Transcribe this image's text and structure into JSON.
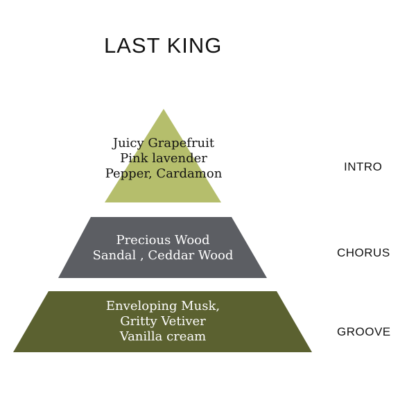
{
  "title": "LAST KING",
  "tiers": [
    {
      "label": "INTRO",
      "notes": [
        "Juicy Grapefruit",
        "Pink lavender",
        "Pepper, Cardamon"
      ],
      "color": "#b5be6c",
      "text_color": "#111111"
    },
    {
      "label": "CHORUS",
      "notes": [
        "Precious Wood",
        "Sandal , Ceddar Wood"
      ],
      "color": "#5c5e63",
      "text_color": "#ffffff"
    },
    {
      "label": "GROOVE",
      "notes": [
        "Enveloping Musk,",
        "Gritty Vetiver",
        "Vanilla cream"
      ],
      "color": "#5b6130",
      "text_color": "#ffffff"
    }
  ]
}
